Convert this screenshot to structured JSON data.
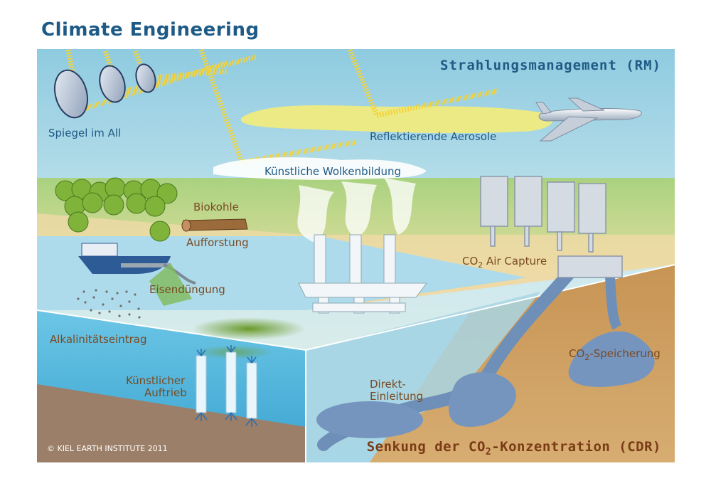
{
  "title": "Climate Engineering",
  "headers": {
    "rm": "Strahlungsmanagement (RM)",
    "cdr_pre": "Senkung der CO",
    "cdr_sub": "2",
    "cdr_post": "-Konzentration (CDR)"
  },
  "labels": {
    "spiegel": "Spiegel im All",
    "aerosole": "Reflektierende Aerosole",
    "wolken": "Künstliche Wolkenbildung",
    "biokohle": "Biokohle",
    "aufforstung": "Aufforstung",
    "air_capture_pre": "CO",
    "air_capture_sub": "2",
    "air_capture_post": " Air Capture",
    "eisen": "Eisendüngung",
    "alkalinitaet": "Alkalinitätseintrag",
    "auftrieb_1": "Künstlicher",
    "auftrieb_2": "Auftrieb",
    "direkt_1": "Direkt-",
    "direkt_2": "Einleitung",
    "speicher_pre": "CO",
    "speicher_sub": "2",
    "speicher_post": "-Speicherung"
  },
  "copyright": "© KIEL EARTH INSTITUTE 2011",
  "colors": {
    "title": "#1d5a86",
    "sky": "#bfe3ec",
    "land": "#9fcf7a",
    "sea": "#a9d8e8",
    "deep_sea": "#4fb3dc",
    "soil": "#c99b62",
    "cdr_text": "#7a3b16"
  }
}
